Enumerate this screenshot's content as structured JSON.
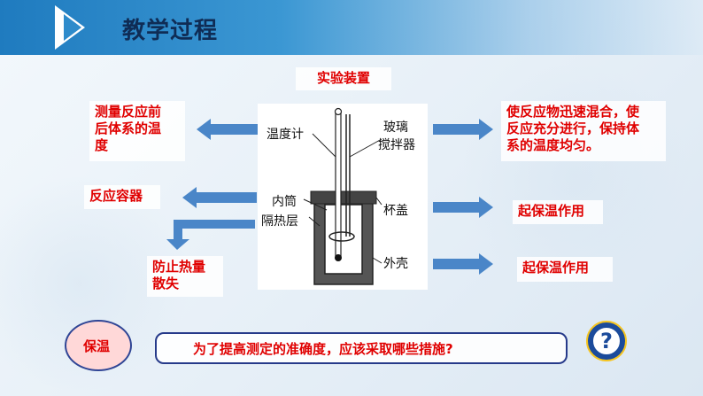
{
  "header": {
    "title": "教学过程"
  },
  "diagram": {
    "caption": "实验装置",
    "labels": {
      "thermometer": "温度计",
      "stirrer_line1": "玻璃",
      "stirrer_line2": "搅拌器",
      "inner_cylinder": "内筒",
      "insulation": "隔热层",
      "lid": "杯盖",
      "shell": "外壳"
    }
  },
  "left_notes": {
    "thermometer_purpose": [
      "测量反应前",
      "后体系的温",
      "度"
    ],
    "inner_cylinder_purpose": "反应容器",
    "insulation_purpose": [
      "防止热量",
      "散失"
    ]
  },
  "right_notes": {
    "stirrer_purpose": [
      "使反应物迅速混合，使",
      "反应充分进行，保持体",
      "系的温度均匀。"
    ],
    "lid_purpose": "起保温作用",
    "shell_purpose": "起保温作用"
  },
  "footer": {
    "keep_warm": "保温",
    "question": "为了提高测定的准确度，应该采取哪些措施?",
    "qmark": "?"
  },
  "colors": {
    "accent_red": "#e00000",
    "arrow_blue": "#4a86c8",
    "header_blue": "#1f7bbf"
  }
}
